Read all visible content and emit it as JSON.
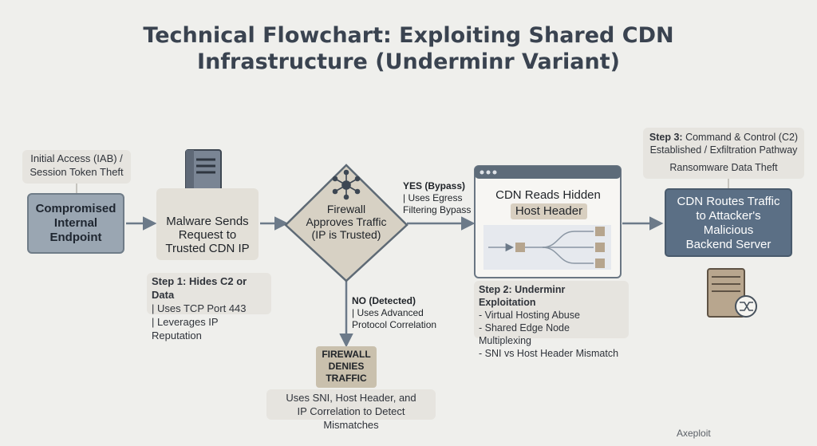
{
  "title": {
    "line1": "Technical Flowchart: Exploiting Shared CDN",
    "line2": "Infrastructure (Underminr Variant)"
  },
  "initial_access": {
    "line1": "Initial Access (IAB) /",
    "line2": "Session Token Theft"
  },
  "compromised": {
    "line1": "Compromised",
    "line2": "Internal",
    "line3": "Endpoint"
  },
  "malware": {
    "line1": "Malware Sends",
    "line2": "Request to",
    "line3": "Trusted CDN IP"
  },
  "step1": {
    "heading": "Step 1: Hides C2 or Data",
    "line1": "| Uses TCP Port 443",
    "line2": "| Leverages IP Reputation"
  },
  "firewall": {
    "line1": "Firewall",
    "line2": "Approves Traffic",
    "line3": "(IP is Trusted)"
  },
  "yes_branch": {
    "heading": "YES (Bypass)",
    "line1": "| Uses Egress",
    "line2": "Filtering Bypass"
  },
  "no_branch": {
    "heading": "NO (Detected)",
    "line1": "| Uses Advanced",
    "line2": "Protocol Correlation"
  },
  "denied": {
    "line1": "FIREWALL",
    "line2": "DENIES",
    "line3": "TRAFFIC"
  },
  "denied_note": {
    "line1": "Uses SNI, Host Header, and",
    "line2": "IP Correlation to Detect Mismatches"
  },
  "cdn_reads": {
    "line1": "CDN Reads Hidden",
    "line2": "Host Header"
  },
  "step2": {
    "heading": "Step 2: Underminr Exploitation",
    "items": [
      "- Virtual Hosting Abuse",
      "- Shared Edge Node Multiplexing",
      "- SNI vs Host Header Mismatch"
    ]
  },
  "step3": {
    "heading": "Step 3:",
    "heading_rest": "Command & Control (C2)",
    "line1": "Established / Exfiltration Pathway",
    "line2": "Ransomware Data Theft"
  },
  "cdn_routes": {
    "line1": "CDN Routes Traffic",
    "line2": "to Attacker's",
    "line3": "Malicious",
    "line4": "Backend Server"
  },
  "footer": "Axeploit",
  "colors": {
    "background": "#efefec",
    "arrow": "#6c7a89",
    "endpoint_box": "#9aa6b2",
    "beige_box": "#e3e0d8",
    "slate_box": "#5b6f85",
    "denied_box": "#c9c0ad"
  },
  "icons": [
    "server-icon",
    "network-hub-icon",
    "browser-window-icon",
    "routing-diagram-icon",
    "server-shuffle-icon"
  ]
}
